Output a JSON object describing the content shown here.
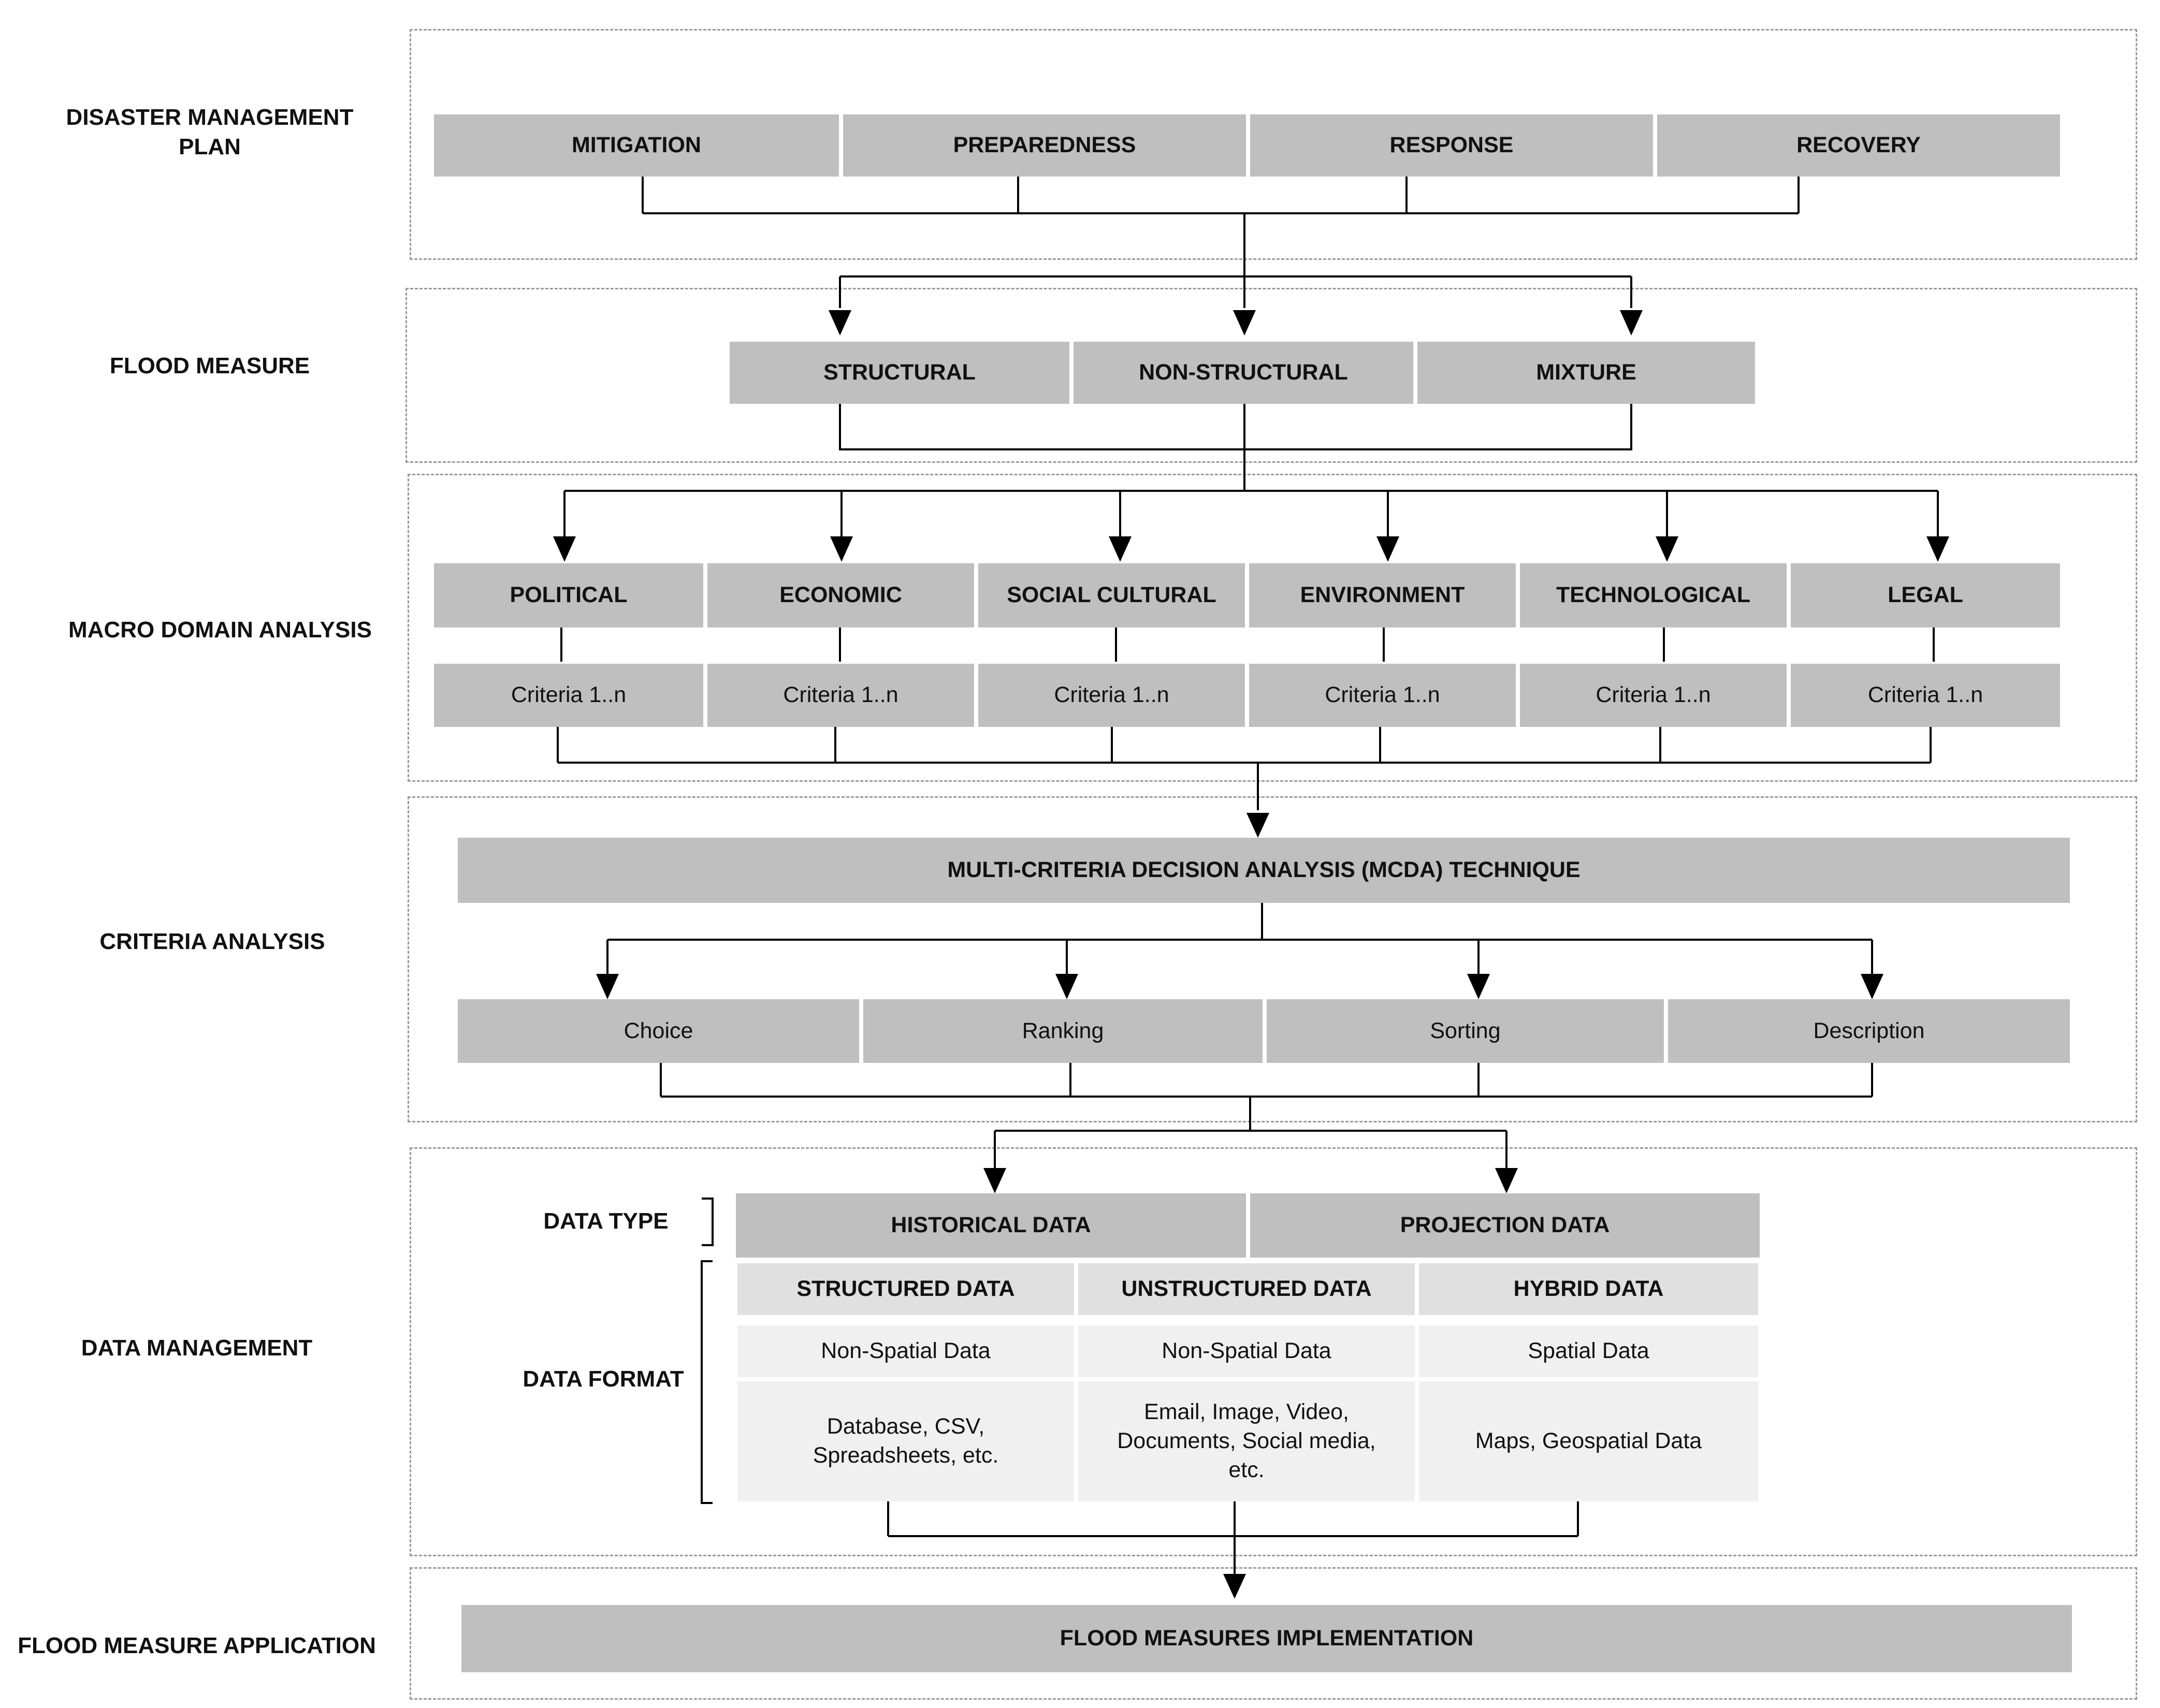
{
  "sections": {
    "disaster_management_plan": {
      "label_line1": "DISASTER MANAGEMENT",
      "label_line2": "PLAN",
      "items": [
        "MITIGATION",
        "PREPAREDNESS",
        "RESPONSE",
        "RECOVERY"
      ]
    },
    "flood_measure": {
      "label": "FLOOD MEASURE",
      "items": [
        "STRUCTURAL",
        "NON-STRUCTURAL",
        "MIXTURE"
      ]
    },
    "macro_domain_analysis": {
      "label": "MACRO DOMAIN ANALYSIS",
      "domains": [
        "POLITICAL",
        "ECONOMIC",
        "SOCIAL CULTURAL",
        "ENVIRONMENT",
        "TECHNOLOGICAL",
        "LEGAL"
      ],
      "criteria": "Criteria 1..n"
    },
    "criteria_analysis": {
      "label": "CRITERIA ANALYSIS",
      "technique": "MULTI-CRITERIA DECISION ANALYSIS (MCDA) TECHNIQUE",
      "outputs": [
        "Choice",
        "Ranking",
        "Sorting",
        "Description"
      ]
    },
    "data_management": {
      "label": "DATA MANAGEMENT",
      "data_type_label": "DATA TYPE",
      "data_format_label": "DATA FORMAT",
      "data_types": [
        "HISTORICAL DATA",
        "PROJECTION DATA"
      ],
      "formats": [
        {
          "name": "STRUCTURED DATA",
          "kind": "Non-Spatial Data",
          "examples": [
            "Database, CSV,",
            "Spreadsheets, etc."
          ]
        },
        {
          "name": "UNSTRUCTURED DATA",
          "kind": "Non-Spatial Data",
          "examples": [
            "Email, Image, Video,",
            "Documents, Social media,",
            "etc."
          ]
        },
        {
          "name": "HYBRID DATA",
          "kind": "Spatial Data",
          "examples": [
            "Maps, Geospatial Data"
          ]
        }
      ]
    },
    "flood_measure_application": {
      "label": "FLOOD MEASURE APPLICATION",
      "item": "FLOOD MEASURES IMPLEMENTATION"
    }
  }
}
